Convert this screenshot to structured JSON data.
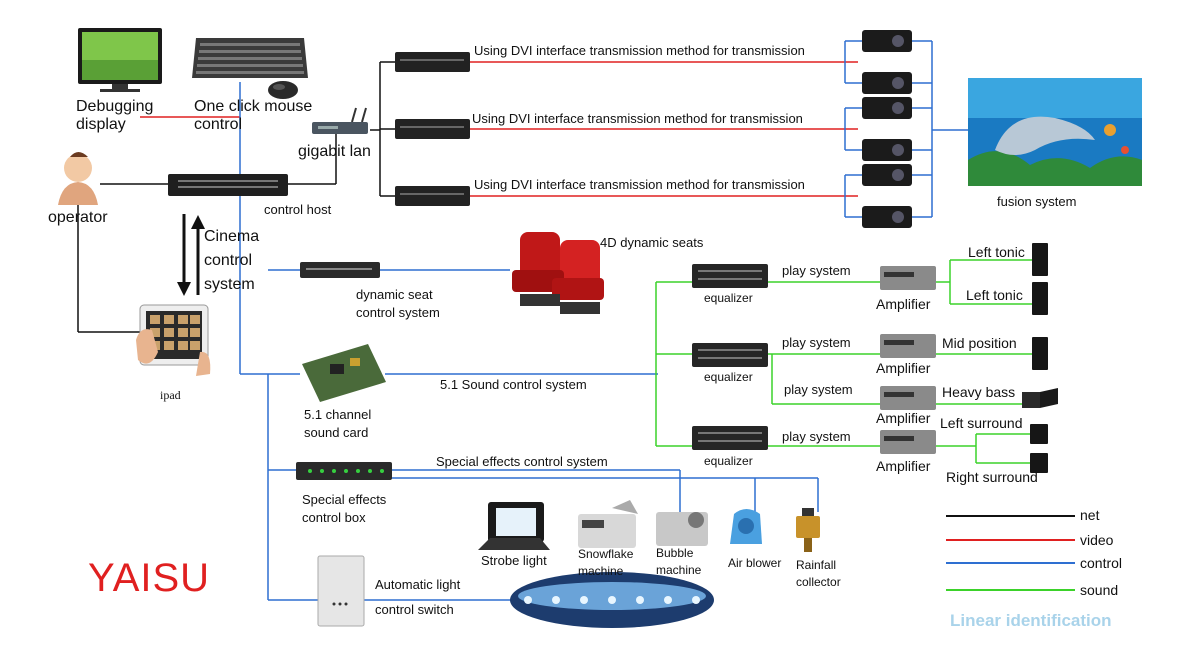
{
  "colors": {
    "net": "#111111",
    "video": "#e02020",
    "control": "#2e6fd1",
    "sound": "#3bd22a",
    "brand": "#e02020",
    "legend_title": "#a9d3ea"
  },
  "labels": {
    "debugging_display": "Debugging display",
    "one_click_mouse": "One click mouse control",
    "gigabit_lan": "gigabit lan",
    "operator": "operator",
    "control_host": "control host",
    "cinema_control": "Cinema control system",
    "ipad": "ipad",
    "dvi_1": "Using DVI interface transmission method for transmission",
    "dvi_2": "Using DVI interface transmission method for transmission",
    "dvi_3": "Using DVI interface transmission method for transmission",
    "fusion_system": "fusion system",
    "seats_4d": "4D dynamic seats",
    "dynamic_seat_control": "dynamic seat control system",
    "sound_control_51": "5.1 Sound control system",
    "sound_card_51": "5.1 channel sound card",
    "special_effects_system": "Special effects control system",
    "special_effects_box": "Special effects control box",
    "strobe_light": "Strobe light",
    "snowflake_machine": "Snowflake machine",
    "bubble_machine": "Bubble machine",
    "air_blower": "Air blower",
    "rainfall_collector": "Rainfall collector",
    "auto_light_1": "Automatic light",
    "auto_light_2": "control switch",
    "equalizer_1": "equalizer",
    "equalizer_2": "equalizer",
    "equalizer_3": "equalizer",
    "play_system_1": "play system",
    "play_system_2": "play system",
    "play_system_3": "play system",
    "play_system_4": "play system",
    "amplifier_1": "Amplifier",
    "amplifier_2": "Amplifier",
    "amplifier_3": "Amplifier",
    "amplifier_4": "Amplifier",
    "left_tonic_1": "Left tonic",
    "left_tonic_2": "Left tonic",
    "mid_position": "Mid position",
    "heavy_bass": "Heavy bass",
    "left_surround": "Left surround",
    "right_surround": "Right surround",
    "brand": "YAISU"
  },
  "legend": {
    "title": "Linear identification",
    "items": [
      {
        "label": "net",
        "color": "#111111"
      },
      {
        "label": "video",
        "color": "#e02020"
      },
      {
        "label": "control",
        "color": "#2e6fd1"
      },
      {
        "label": "sound",
        "color": "#3bd22a"
      }
    ]
  }
}
